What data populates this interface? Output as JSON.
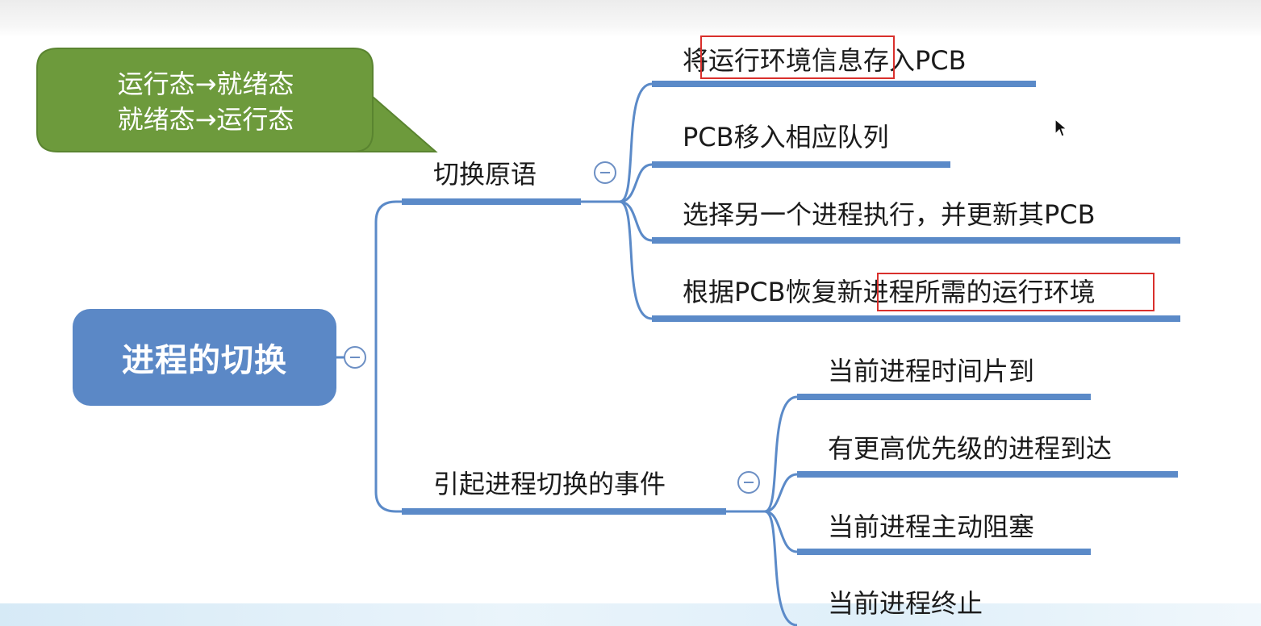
{
  "root": {
    "label": "进程的切换"
  },
  "callout": {
    "lines": [
      "运行态→就绪态",
      "就绪态→运行态"
    ],
    "fill_color": "#6d9a3c"
  },
  "branches": [
    {
      "label": "切换原语",
      "children": [
        "将运行环境信息存入PCB",
        "PCB移入相应队列",
        "选择另一个进程执行，并更新其PCB",
        "根据PCB恢复新进程所需的运行环境"
      ]
    },
    {
      "label": "引起进程切换的事件",
      "children": [
        "当前进程时间片到",
        "有更高优先级的进程到达",
        "当前进程主动阻塞",
        "当前进程终止"
      ]
    }
  ],
  "colors": {
    "root_fill": "#5b88c6",
    "branch_line": "#5b8ac8",
    "highlight_border": "#d9302c"
  },
  "icons": [
    "collapse-icon",
    "mouse-cursor-icon"
  ]
}
